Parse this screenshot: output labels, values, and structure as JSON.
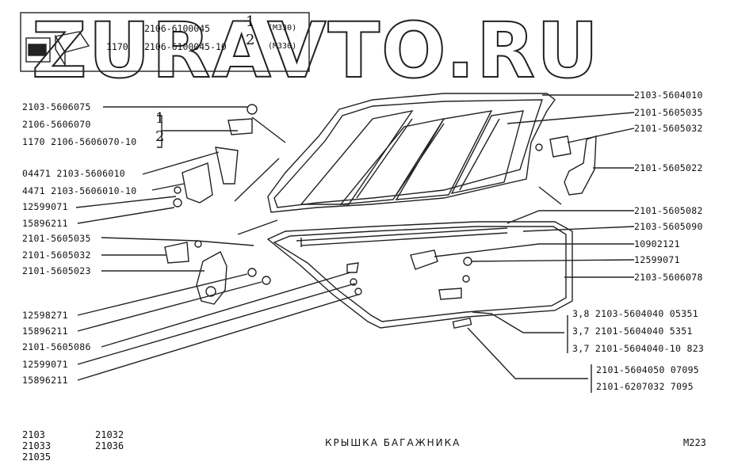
{
  "header": {
    "row1": {
      "code": "2106-6100045",
      "qty": "1",
      "note": "(М330)"
    },
    "row2": {
      "prefix": "1170",
      "code": "2106-6100045-10",
      "qty": "2",
      "note": "(М330)"
    }
  },
  "watermark": "ZURAVTO.RU",
  "left_labels": [
    "2103-5606075",
    "2106-5606070",
    "1170 2106-5606070-10",
    "04471 2103-5606010",
    "4471 2103-5606010-10",
    "12599071",
    "15896211",
    "2101-5605035",
    "2101-5605032",
    "2101-5605023",
    "12598271",
    "15896211",
    "2101-5605086",
    "12599071",
    "15896211"
  ],
  "bracket_numbers": [
    "1",
    "2"
  ],
  "right_labels": [
    "2103-5604010",
    "2101-5605035",
    "2101-5605032",
    "2101-5605022",
    "2101-5605082",
    "2103-5605090",
    "10902121",
    "12599071",
    "2103-5606078"
  ],
  "right_group_1": [
    "3,8 2103-5604040 05351",
    "3,7 2101-5604040   5351",
    "3,7 2101-5604040-10 823"
  ],
  "right_group_2": [
    "2101-5604050 07095",
    "2101-6207032   7095"
  ],
  "footer": {
    "models_col1": [
      "2103",
      "21033",
      "21035"
    ],
    "models_col2": [
      "21032",
      "21036"
    ],
    "title": "КРЫШКА  БАГАЖНИКА",
    "code": "М223"
  }
}
